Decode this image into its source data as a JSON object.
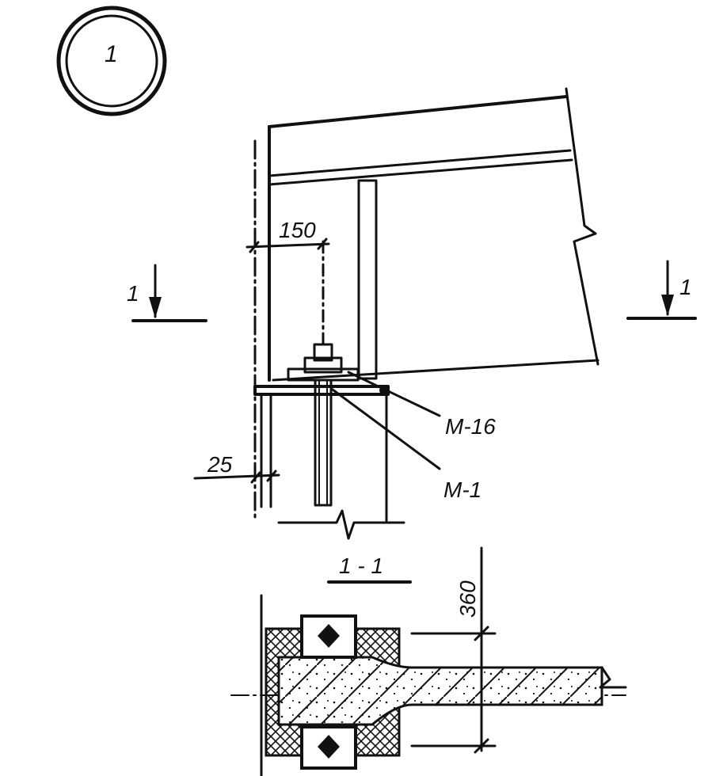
{
  "detail_marker": "1",
  "section_mark": "1",
  "section_title": "1 - 1",
  "dimensions": {
    "offset_top": "150",
    "offset_left": "25",
    "section_depth": "360"
  },
  "callouts": {
    "bolt": "M-16",
    "plate": "M-1"
  }
}
